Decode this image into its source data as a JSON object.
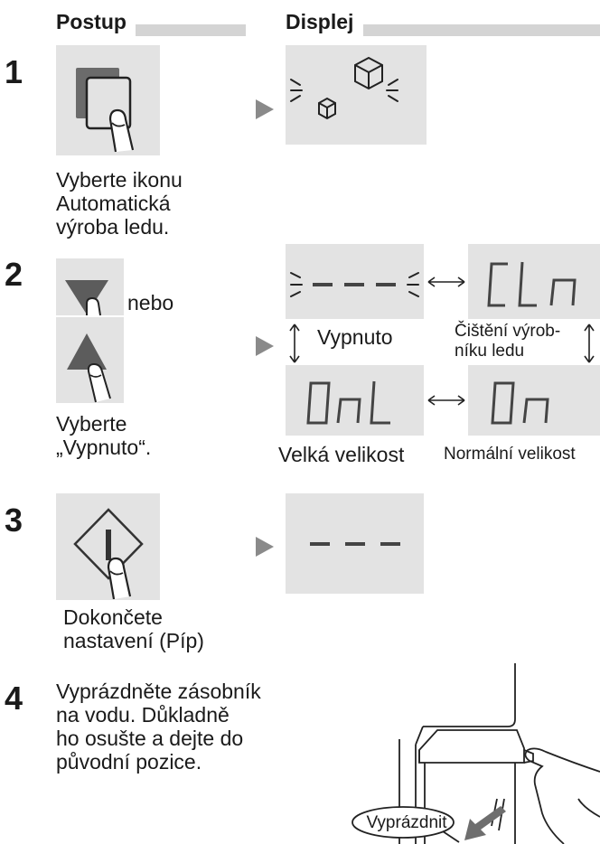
{
  "headers": {
    "procedure": "Postup",
    "display": "Displej"
  },
  "steps": [
    {
      "number": "1",
      "caption": [
        "Vyberte ikonu",
        "Automatická",
        "výroba ledu."
      ]
    },
    {
      "number": "2",
      "connector": "nebo",
      "caption": [
        "Vyberte",
        "„Vypnuto“."
      ]
    },
    {
      "number": "3",
      "caption": [
        "Dokončete",
        "nastavení (Píp)"
      ]
    },
    {
      "number": "4",
      "caption": [
        "Vyprázdněte zásobník",
        "na vodu. Důkladně",
        "ho osušte a dejte do",
        "původní pozice."
      ]
    }
  ],
  "display_modes": {
    "off_label": "Vypnuto",
    "cleaning_label": [
      "Čištění výrob-",
      "níku ledu"
    ],
    "large_label": "Velká velikost",
    "normal_label": "Normální velikost"
  },
  "illustration": {
    "callout": "Vyprázdnit"
  }
}
